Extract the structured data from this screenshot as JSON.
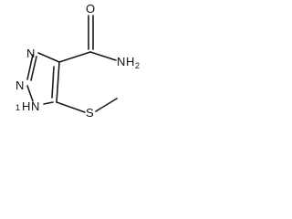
{
  "atoms": {
    "n_top": "N",
    "n_mid": "N",
    "nh_ring": "N",
    "h_prefix": "1",
    "h_ring": "H",
    "carbonyl_o": "O",
    "amide_n": "N",
    "amide_h": "H",
    "amide_h_sub": "2",
    "sulfur": "S"
  }
}
